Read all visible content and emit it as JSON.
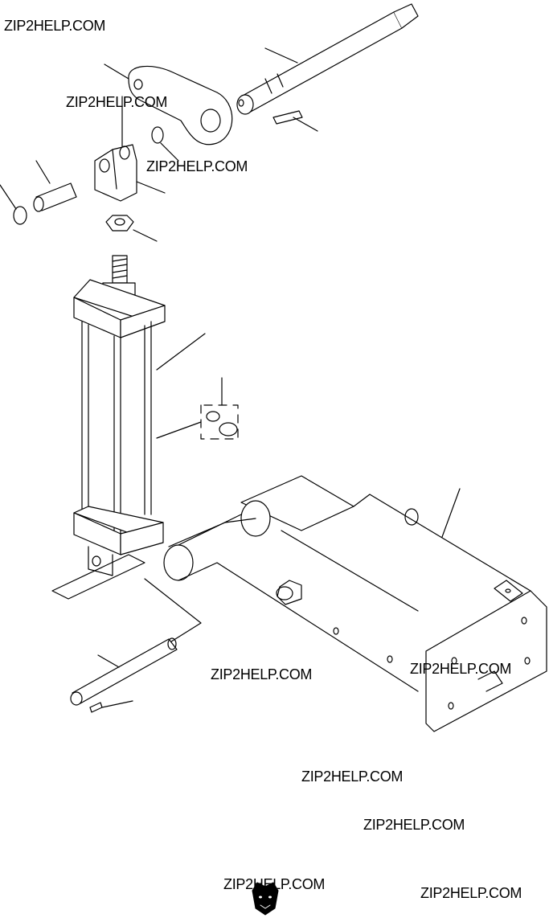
{
  "watermarks": [
    "ZIP2HELP.COM",
    "ZIP2HELP.COM",
    "ZIP2HELP.COM",
    "ZIP2HELP.COM",
    "ZIP2HELP.COM",
    "ZIP2HELP.COM",
    "ZIP2HELP.COM",
    "ZIP2HELP.COM",
    "ZIP2HELP.COM"
  ],
  "logo": {
    "name": "bear-head-logo"
  },
  "colors": {
    "line": "#000000",
    "background": "#ffffff"
  }
}
